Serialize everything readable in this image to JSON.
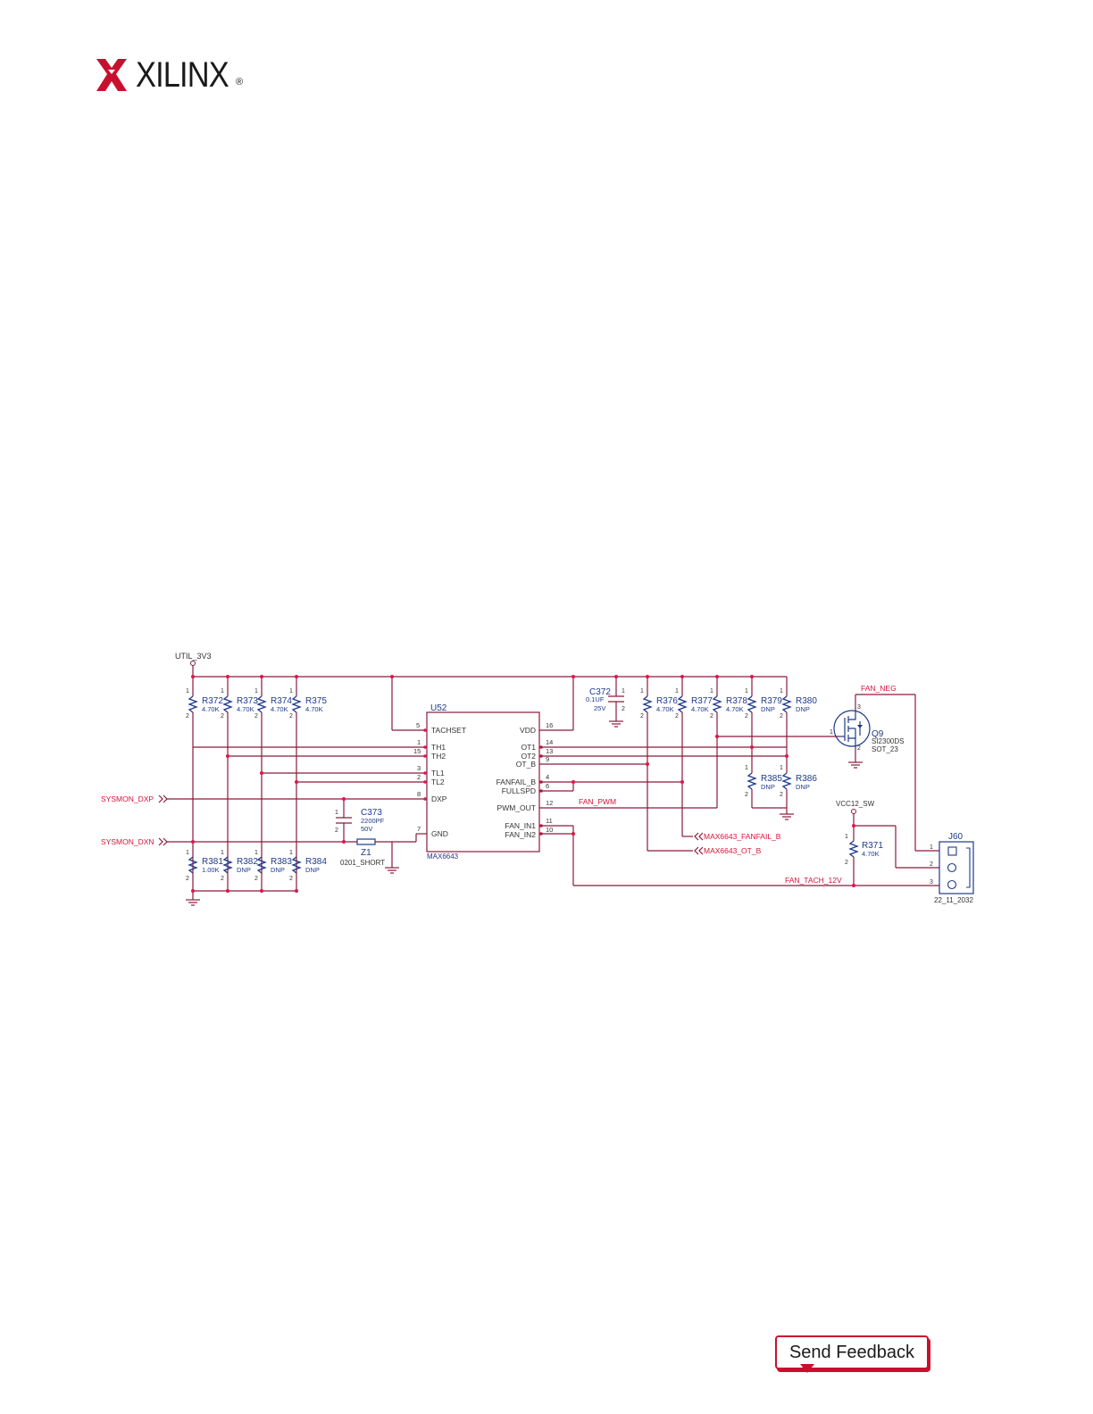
{
  "header": {
    "logo_text": "XILINX",
    "logo_mark": "®",
    "brand_color": "#c8102e"
  },
  "schematic": {
    "power_util": "UTIL_3V3",
    "power_vcc12": "VCC12_SW",
    "ic": {
      "ref": "U52",
      "part": "MAX6643",
      "left_pins": [
        {
          "num": "5",
          "name": "TACHSET"
        },
        {
          "num": "1",
          "name": "TH1"
        },
        {
          "num": "15",
          "name": "TH2"
        },
        {
          "num": "3",
          "name": "TL1"
        },
        {
          "num": "2",
          "name": "TL2"
        },
        {
          "num": "8",
          "name": "DXP"
        },
        {
          "num": "7",
          "name": "GND"
        }
      ],
      "right_pins": [
        {
          "num": "16",
          "name": "VDD"
        },
        {
          "num": "14",
          "name": "OT1"
        },
        {
          "num": "13",
          "name": "OT2"
        },
        {
          "num": "9",
          "name": "OT_B"
        },
        {
          "num": "4",
          "name": "FANFAIL_B"
        },
        {
          "num": "6",
          "name": "FULLSPD"
        },
        {
          "num": "12",
          "name": "PWM_OUT"
        },
        {
          "num": "11",
          "name": "FAN_IN1"
        },
        {
          "num": "10",
          "name": "FAN_IN2"
        }
      ]
    },
    "top_left_res": [
      {
        "ref": "R372",
        "val": "4.70K"
      },
      {
        "ref": "R373",
        "val": "4.70K"
      },
      {
        "ref": "R374",
        "val": "4.70K"
      },
      {
        "ref": "R375",
        "val": "4.70K"
      }
    ],
    "bottom_left_res": [
      {
        "ref": "R381",
        "val": "1.00K"
      },
      {
        "ref": "R382",
        "val": "DNP"
      },
      {
        "ref": "R383",
        "val": "DNP"
      },
      {
        "ref": "R384",
        "val": "DNP"
      }
    ],
    "right_res": [
      {
        "ref": "R376",
        "val": "4.70K"
      },
      {
        "ref": "R377",
        "val": "4.70K"
      },
      {
        "ref": "R378",
        "val": "4.70K"
      },
      {
        "ref": "R379",
        "val": "DNP"
      },
      {
        "ref": "R380",
        "val": "DNP"
      }
    ],
    "lower_right_res": [
      {
        "ref": "R385",
        "val": "DNP"
      },
      {
        "ref": "R386",
        "val": "DNP"
      }
    ],
    "r371": {
      "ref": "R371",
      "val": "4.70K"
    },
    "c372": {
      "ref": "C372",
      "val": "0.1UF",
      "volt": "25V"
    },
    "c373": {
      "ref": "C373",
      "val": "2200PF",
      "volt": "50V"
    },
    "z1": {
      "ref": "Z1",
      "val": "0201_SHORT"
    },
    "q9": {
      "ref": "Q9",
      "part": "SI2300DS",
      "pkg": "SOT_23"
    },
    "j60": {
      "ref": "J60",
      "part": "22_11_2032"
    },
    "nets": {
      "sysmon_dxp": "SYSMON_DXP",
      "sysmon_dxn": "SYSMON_DXN",
      "fan_pwm": "FAN_PWM",
      "fan_neg": "FAN_NEG",
      "fan_tach": "FAN_TACH_12V",
      "fanfail": "MAX6643_FANFAIL_B",
      "ot_b": "MAX6643_OT_B"
    }
  },
  "footer": {
    "feedback_label": "Send Feedback"
  }
}
